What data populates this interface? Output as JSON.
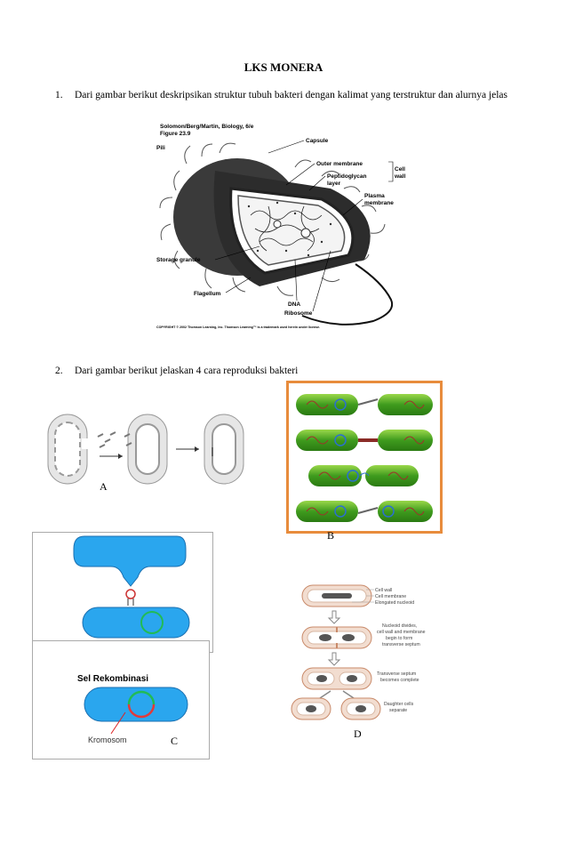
{
  "title": "LKS MONERA",
  "questions": [
    {
      "num": "1.",
      "text": "Dari gambar berikut deskripsikan struktur tubuh bakteri dengan kalimat yang terstruktur dan alurnya jelas"
    },
    {
      "num": "2.",
      "text": "Dari gambar berikut jelaskan  4 cara reproduksi bakteri"
    }
  ],
  "figure1": {
    "credit_line1": "Solomon/Berg/Martin, Biology, 6/e",
    "credit_line2": "Figure 23.9",
    "labels": {
      "pili": "Pili",
      "capsule": "Capsule",
      "outer_membrane": "Outer membrane",
      "peptidoglycan_1": "Peptidoglycan",
      "peptidoglycan_2": "layer",
      "cell_wall_1": "Cell",
      "cell_wall_2": "wall",
      "plasma_1": "Plasma",
      "plasma_2": "membrane",
      "storage": "Storage granule",
      "flagellum": "Flagellum",
      "dna": "DNA",
      "ribosome": "Ribosome"
    },
    "copyright": "COPYRIGHT © 2002 Thomson Learning, Inc. Thomson Learning™ is a trademark used herein under license."
  },
  "figA": {
    "letter": "A"
  },
  "figB": {
    "letter": "B"
  },
  "figC": {
    "letter": "C",
    "title": "Sel Rekombinasi",
    "kromosom": "Kromosom"
  },
  "figD": {
    "letter": "D",
    "l1": "Cell wall",
    "l2": "Cell membrane",
    "l3": "Elongated nucleoid",
    "l4a": "Nucleoid divides,",
    "l4b": "cell wall and membrane",
    "l4c": "begin to form",
    "l4d": "transverse septum",
    "l5a": "Transverse septum",
    "l5b": "becomes complete",
    "l6a": "Daughter cells",
    "l6b": "separate"
  }
}
